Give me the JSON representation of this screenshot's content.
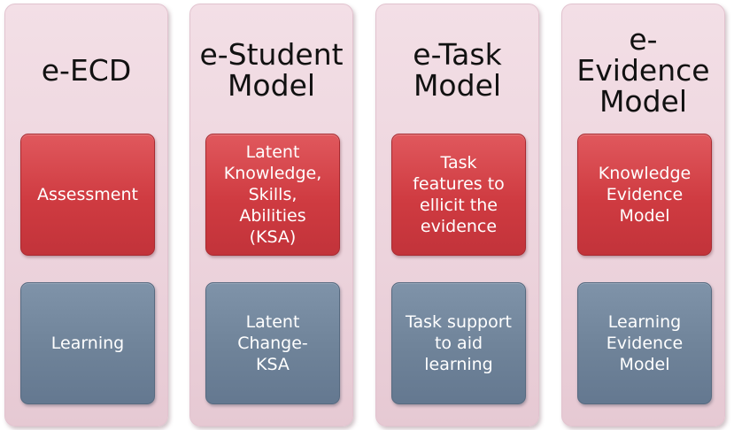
{
  "columns": [
    {
      "title": "e-ECD",
      "top_box": "Assessment",
      "bottom_box": "Learning"
    },
    {
      "title": "e-Student\nModel",
      "top_box": "Latent\nKnowledge,\nSkills,\nAbilities\n(KSA)",
      "bottom_box": "Latent\nChange-\nKSA"
    },
    {
      "title": "e-Task\nModel",
      "top_box": "Task\nfeatures to\nellicit the\nevidence",
      "bottom_box": "Task support\nto aid\nlearning"
    },
    {
      "title": "e-\nEvidence\nModel",
      "top_box": "Knowledge\nEvidence\nModel",
      "bottom_box": "Learning\nEvidence\nModel"
    }
  ],
  "colors": {
    "column_background": "#ecd3dc",
    "top_box": "#cf3b41",
    "bottom_box": "#6f8399",
    "title_text": "#111111",
    "box_text": "#ffffff"
  }
}
